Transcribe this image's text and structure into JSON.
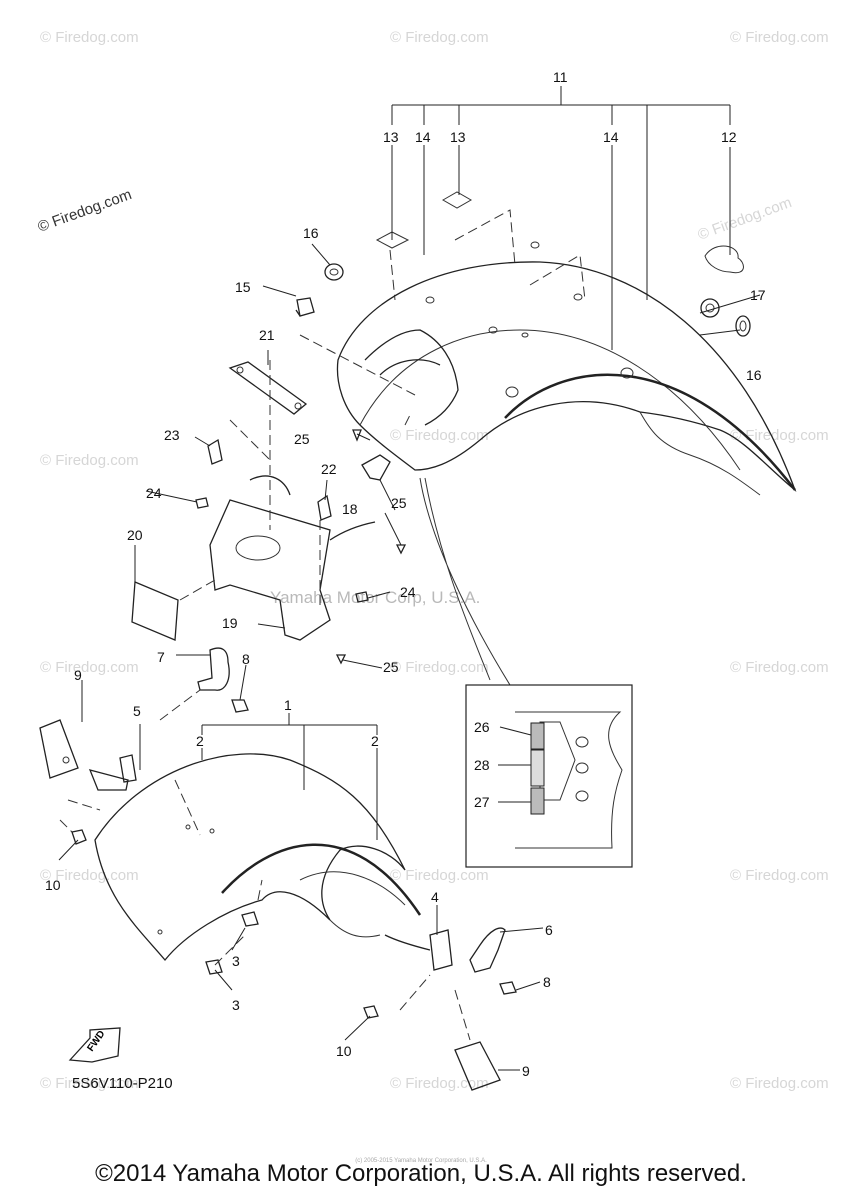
{
  "watermark": {
    "site": "© Firedog.com",
    "corporation": "Yamaha Motor Corp, U.S.A."
  },
  "diagram_code": "5S6V110-P210",
  "fwd_label": "FWD",
  "footer": {
    "copyright": "©2014 Yamaha Motor Corporation, U.S.A. All rights reserved.",
    "fine_print": "(c) 2005-2015 Yamaha Motor Corporation, U.S.A."
  },
  "callouts": {
    "c1": "1",
    "c2a": "2",
    "c2b": "2",
    "c3a": "3",
    "c3b": "3",
    "c4": "4",
    "c5": "5",
    "c6": "6",
    "c7": "7",
    "c8a": "8",
    "c8b": "8",
    "c9a": "9",
    "c9b": "9",
    "c10a": "10",
    "c10b": "10",
    "c11": "11",
    "c12": "12",
    "c13a": "13",
    "c13b": "13",
    "c14a": "14",
    "c14b": "14",
    "c15": "15",
    "c16a": "16",
    "c16b": "16",
    "c17": "17",
    "c18": "18",
    "c19": "19",
    "c20": "20",
    "c21": "21",
    "c22": "22",
    "c23": "23",
    "c24a": "24",
    "c24b": "24",
    "c25a": "25",
    "c25b": "25",
    "c25c": "25",
    "c26": "26",
    "c27": "27",
    "c28": "28"
  }
}
